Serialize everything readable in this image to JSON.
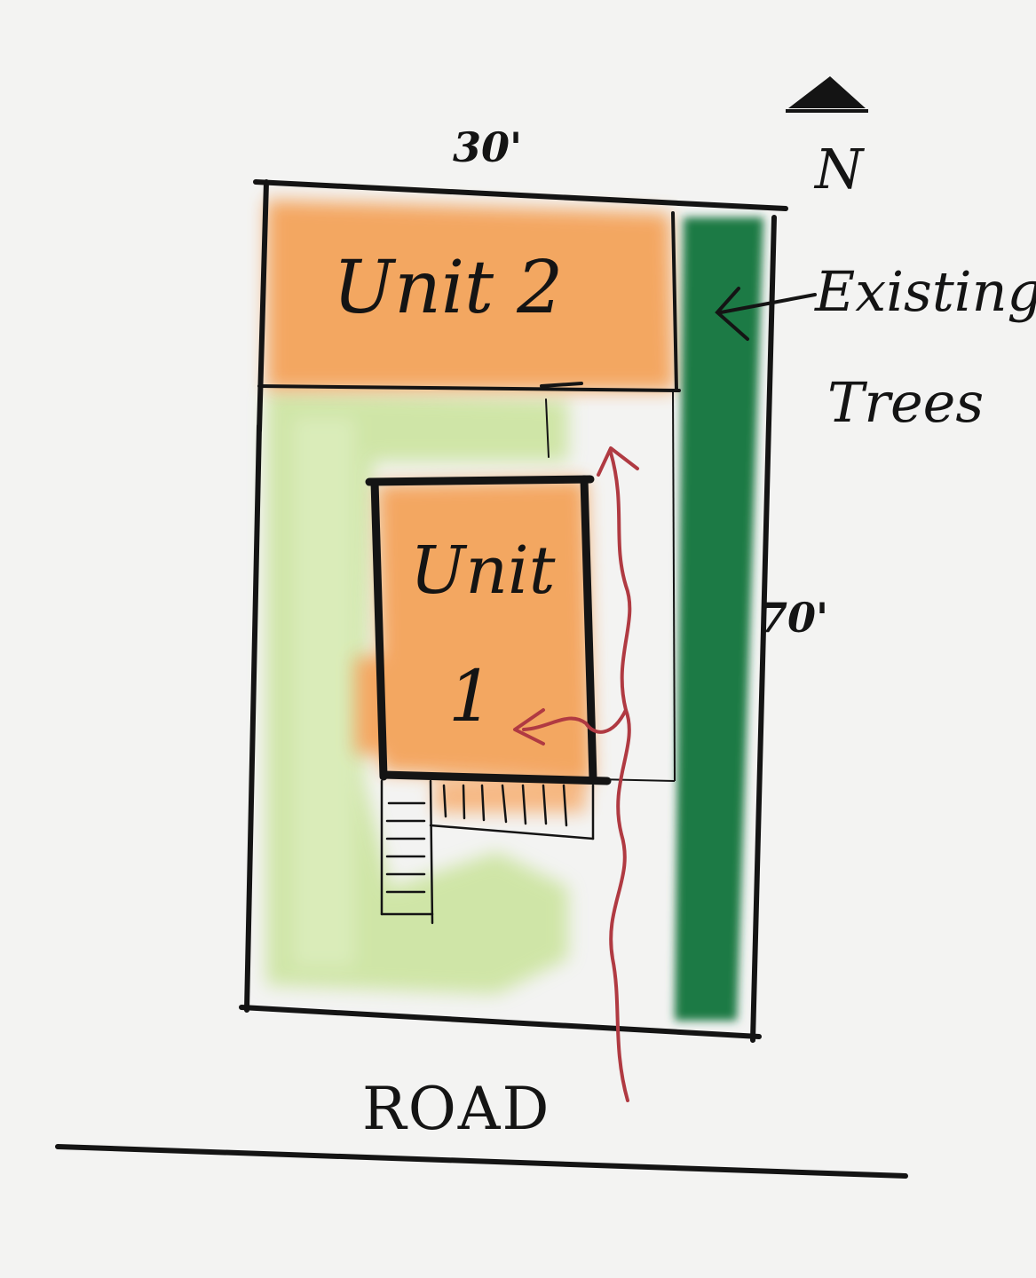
{
  "diagram": {
    "units": [
      {
        "id": "unit-2",
        "label": "Unit 2"
      },
      {
        "id": "unit-1",
        "label_line1": "Unit",
        "label_line2": "1"
      }
    ],
    "dimensions": {
      "top": "30'",
      "right": "70'"
    },
    "north_label": "N",
    "trees_label_line1": "Existing",
    "trees_label_line2": "Trees",
    "road_label": "ROAD",
    "colors": {
      "building_fill": "#f4a35a",
      "lawn_fill": "#c9e39a",
      "trees_fill": "#1f7a45",
      "path_arrow": "#b03a42",
      "ink": "#141414",
      "paper": "#f3f3f2"
    }
  }
}
